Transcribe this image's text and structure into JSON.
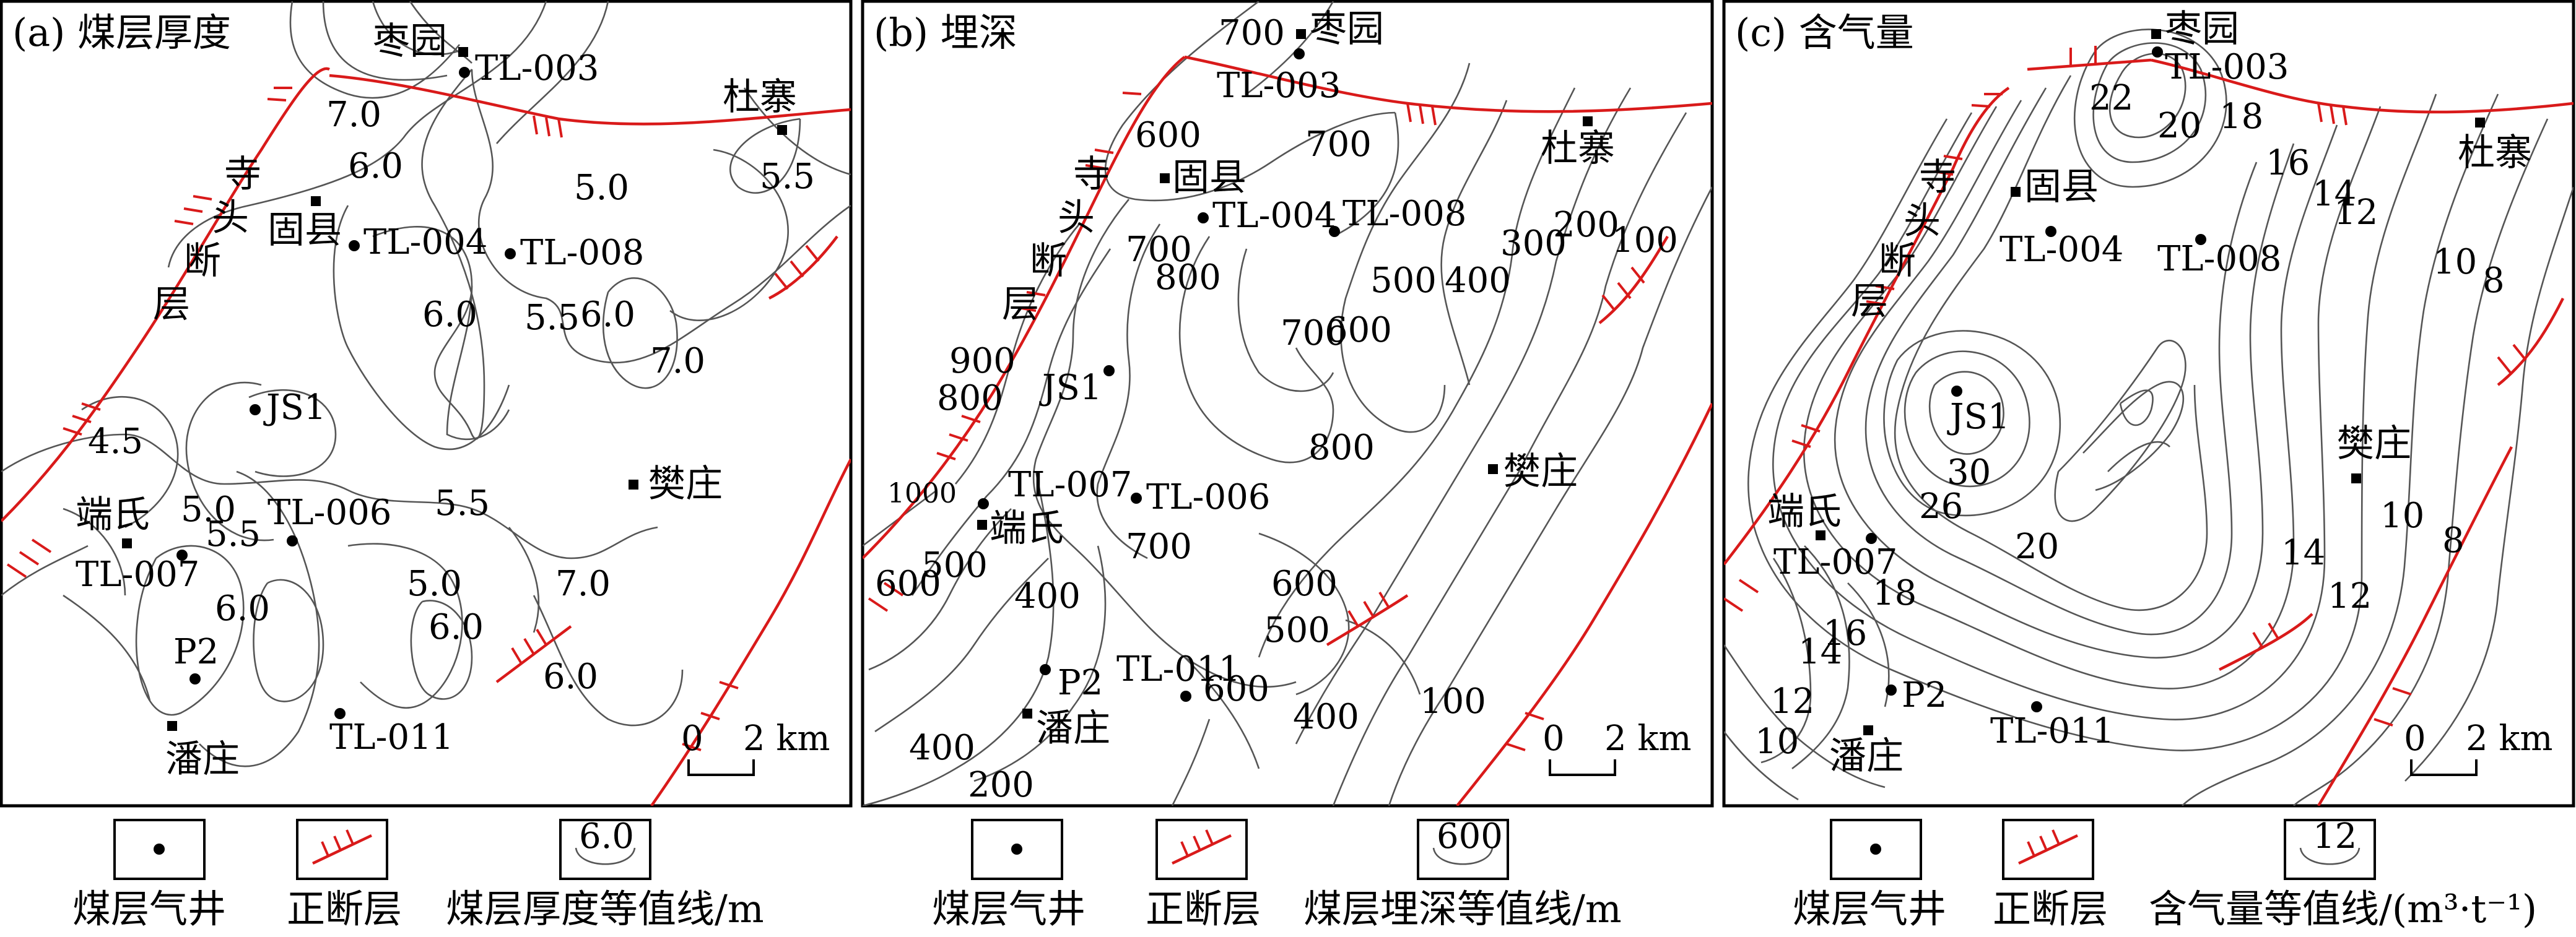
{
  "panels": [
    {
      "title": "(a) 煤层厚度",
      "contour_labels": [
        "7.0",
        "6.0",
        "5.0",
        "5.5",
        "6.0",
        "5.5",
        "6.0",
        "7.0",
        "4.5",
        "5.0",
        "5.5",
        "5.0",
        "6.0",
        "6.0",
        "7.0",
        "6.0",
        "5.5"
      ],
      "places": {
        "zaoyuan": "枣园",
        "duzhai": "杜寨",
        "guxian": "固县",
        "duanshi": "端氏",
        "fanzhuang": "樊庄",
        "panzhuang": "潘庄",
        "fault_si": "寺",
        "fault_tou": "头",
        "fault_duan": "断",
        "fault_ceng": "层"
      },
      "wells": {
        "tl003": "TL-003",
        "tl004": "TL-004",
        "tl008": "TL-008",
        "js1": "JS1",
        "tl006": "TL-006",
        "tl007": "TL-007",
        "p2": "P2",
        "tl011": "TL-011"
      },
      "scale": {
        "zero": "0",
        "km": "2 km"
      }
    },
    {
      "title": "(b) 埋深",
      "contour_labels": [
        "700",
        "600",
        "700",
        "700",
        "800",
        "700",
        "600",
        "500",
        "400",
        "300",
        "200",
        "100",
        "800",
        "900",
        "800",
        "1000",
        "700",
        "600",
        "500",
        "400",
        "500",
        "600",
        "400",
        "600",
        "400",
        "200",
        "100"
      ],
      "places": {
        "zaoyuan": "枣园",
        "duzhai": "杜寨",
        "guxian": "固县",
        "duanshi": "端氏",
        "fanzhuang": "樊庄",
        "panzhuang": "潘庄",
        "fault_si": "寺",
        "fault_tou": "头",
        "fault_duan": "断",
        "fault_ceng": "层"
      },
      "wells": {
        "tl003": "TL-003",
        "tl004": "TL-004",
        "tl008": "TL-008",
        "js1": "JS1",
        "tl006": "TL-006",
        "tl007": "TL-007",
        "p2": "P2",
        "tl011": "TL-011"
      },
      "scale": {
        "zero": "0",
        "km": "2 km"
      }
    },
    {
      "title": "(c) 含气量",
      "contour_labels": [
        "22",
        "20",
        "18",
        "16",
        "14",
        "12",
        "10",
        "8",
        "30",
        "26",
        "20",
        "18",
        "16",
        "14",
        "12",
        "10",
        "14",
        "12",
        "10",
        "8"
      ],
      "places": {
        "zaoyuan": "枣园",
        "duzhai": "杜寨",
        "guxian": "固县",
        "duanshi": "端氏",
        "fanzhuang": "樊庄",
        "panzhuang": "潘庄",
        "fault_si": "寺",
        "fault_tou": "头",
        "fault_duan": "断",
        "fault_ceng": "层"
      },
      "wells": {
        "tl003": "TL-003",
        "tl004": "TL-004",
        "tl008": "TL-008",
        "js1": "JS1",
        "tl007": "TL-007",
        "p2": "P2",
        "tl011": "TL-011"
      },
      "scale": {
        "zero": "0",
        "km": "2 km"
      }
    }
  ],
  "legend": [
    {
      "well": "煤层气井",
      "fault": "正断层",
      "contour_value": "6.0",
      "contour_text": "煤层厚度等值线/m"
    },
    {
      "well": "煤层气井",
      "fault": "正断层",
      "contour_value": "600",
      "contour_text": "煤层埋深等值线/m"
    },
    {
      "well": "煤层气井",
      "fault": "正断层",
      "contour_value": "12",
      "contour_text": "含气量等值线/(m³·t⁻¹)"
    }
  ],
  "colors": {
    "fault": "#d91a1a",
    "contour": "#555555",
    "frame": "#000000"
  }
}
